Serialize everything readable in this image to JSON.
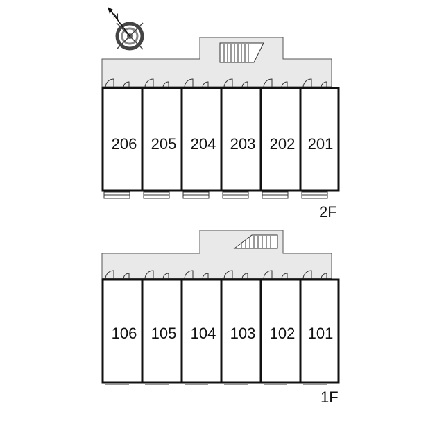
{
  "compass": {
    "north_label": "N"
  },
  "floors": [
    {
      "label": "2F",
      "units": [
        "206",
        "205",
        "204",
        "203",
        "202",
        "201"
      ]
    },
    {
      "label": "1F",
      "units": [
        "106",
        "105",
        "104",
        "103",
        "102",
        "101"
      ]
    }
  ],
  "colors": {
    "corridor": "#e9e9e9",
    "wall": "#111111",
    "outline": "#555555"
  }
}
